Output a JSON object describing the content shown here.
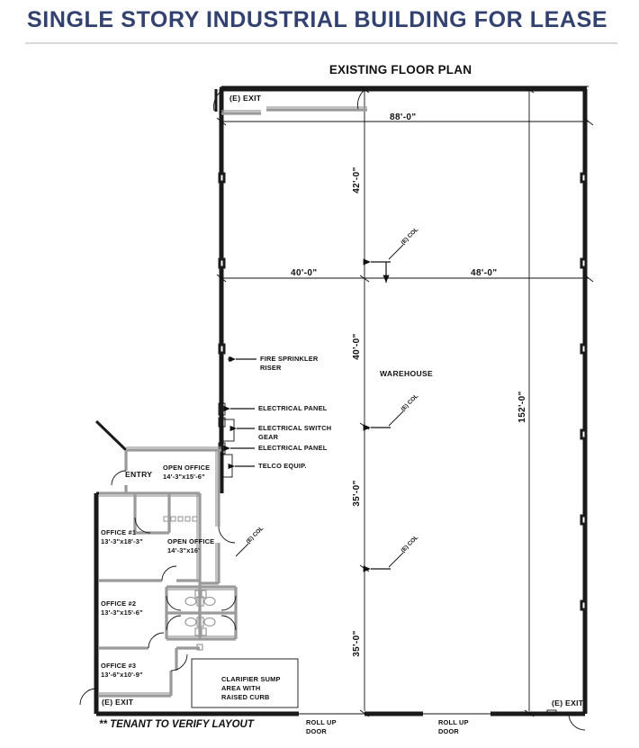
{
  "header": {
    "title": "SINGLE STORY INDUSTRIAL BUILDING FOR LEASE",
    "accent_color": "#32416f",
    "rule_color": "#d9d9d9"
  },
  "plan": {
    "heading": "EXISTING FLOOR PLAN",
    "footnote": "** TENANT TO VERIFY LAYOUT",
    "line_color": "#000000",
    "wall_color": "#1a1a1a",
    "interior_wall_color": "#8c8c8c"
  },
  "dimensions": {
    "top_horizontal": "88'-0\"",
    "mid_left_horizontal": "40'-0\"",
    "mid_right_horizontal": "48'-0\"",
    "right_vertical_total": "152'-0\"",
    "vertical_segments": [
      "42'-0\"",
      "40'-0\"",
      "35'-0\"",
      "35'-0\""
    ]
  },
  "labels": {
    "warehouse": "WAREHOUSE",
    "entry": "ENTRY",
    "exit_top_left": "(E)  EXIT",
    "exit_bottom_left": "(E)  EXIT",
    "exit_bottom_right": "(E)  EXIT",
    "roll_up_door_left": "ROLL  UP\nDOOR",
    "roll_up_door_right": "ROLL  UP\nDOOR",
    "column_tag": "(E) COL"
  },
  "rooms": [
    {
      "name": "OPEN  OFFICE",
      "size": "14'-3\"x15'-6\""
    },
    {
      "name": "OPEN  OFFICE",
      "size": "14'-3\"x16'"
    },
    {
      "name": "OFFICE  #1",
      "size": "13'-3\"x18'-3\""
    },
    {
      "name": "OFFICE  #2",
      "size": "13'-3\"x15'-6\""
    },
    {
      "name": "OFFICE  #3",
      "size": "13'-6\"x10'-9\""
    }
  ],
  "clarifier": {
    "line1": "CLARIFIER  SUMP",
    "line2": "AREA  WITH",
    "line3": "RAISED  CURB"
  },
  "annotations": [
    {
      "id": "fire-sprinkler-riser",
      "line1": "FIRE  SPRINKLER",
      "line2": "RISER"
    },
    {
      "id": "electrical-panel-upper",
      "line1": "ELECTRICAL  PANEL",
      "line2": ""
    },
    {
      "id": "electrical-switch-gear",
      "line1": "ELECTRICAL  SWITCH",
      "line2": "GEAR"
    },
    {
      "id": "electrical-panel-lower",
      "line1": "ELECTRICAL  PANEL",
      "line2": ""
    },
    {
      "id": "telco-equip",
      "line1": "TELCO  EQUIP.",
      "line2": ""
    }
  ]
}
